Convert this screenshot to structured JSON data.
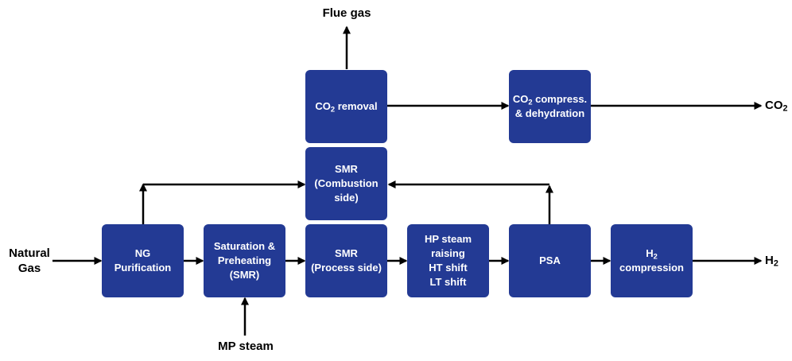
{
  "colors": {
    "box_fill": "#233a94",
    "box_text": "#ffffff",
    "arrow": "#000000"
  },
  "labels": {
    "natural_gas": [
      "Natural",
      "Gas"
    ],
    "flue_gas": "Flue gas",
    "co2_out": {
      "main": "CO",
      "sub": "2"
    },
    "h2_out": {
      "main": "H",
      "sub": "2"
    },
    "mp_steam": "MP steam"
  },
  "boxes": {
    "ng_purification": [
      "NG",
      "Purification"
    ],
    "saturation_preheating": [
      "Saturation &",
      "Preheating",
      "(SMR)"
    ],
    "smr_process": [
      "SMR",
      "(Process side)"
    ],
    "hp_steam_shift": [
      "HP steam",
      "raising",
      "HT shift",
      "LT shift"
    ],
    "psa": [
      "PSA"
    ],
    "h2_compression": {
      "main": "H",
      "sub": "2",
      "line2": "compression"
    },
    "smr_combustion": [
      "SMR",
      "(Combustion",
      "side)"
    ],
    "co2_removal": {
      "main": "CO",
      "sub": "2",
      "rest": " removal"
    },
    "co2_compress": {
      "main": "CO",
      "sub": "2",
      "rest": " compress.",
      "line2": "& dehydration"
    }
  }
}
